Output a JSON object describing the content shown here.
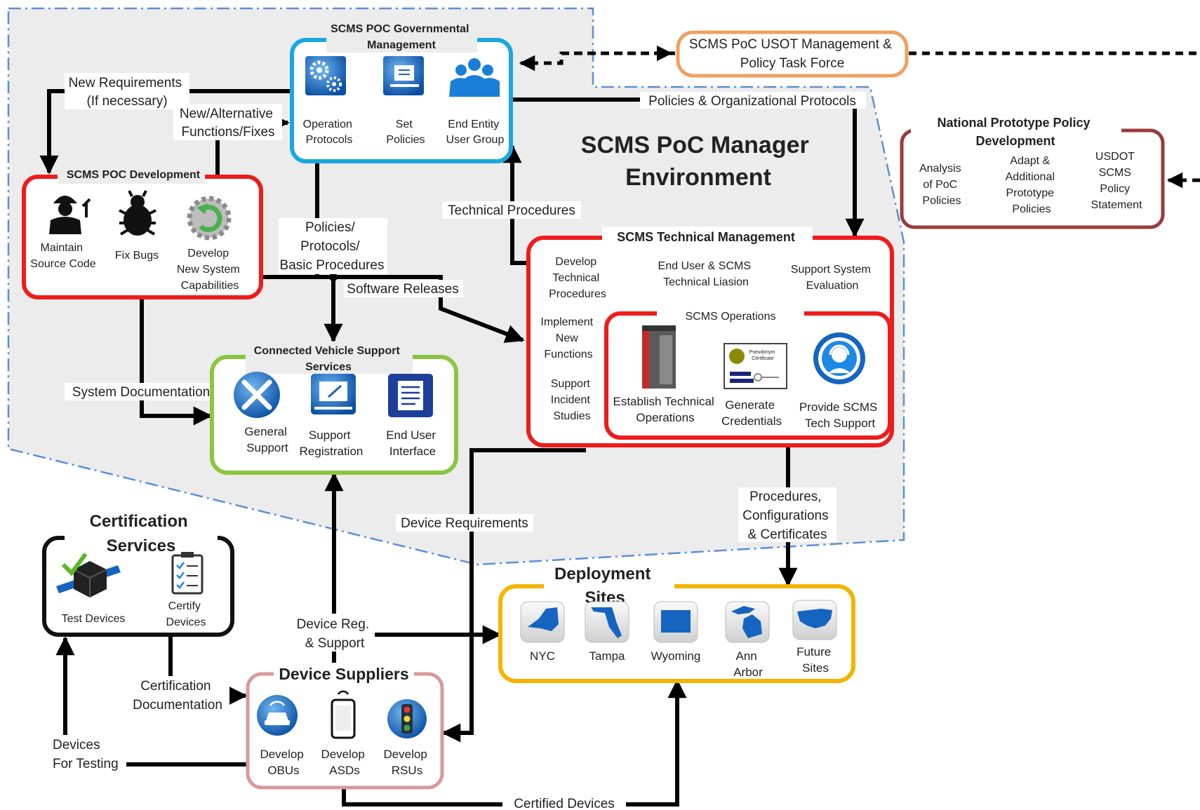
{
  "env_title": [
    "SCMS PoC Manager",
    "Environment"
  ],
  "gov": {
    "title": [
      "SCMS POC Governmental",
      "Management"
    ],
    "items": [
      {
        "label": [
          "Operation",
          "Protocols"
        ],
        "icon": "gears-icon"
      },
      {
        "label": [
          "Set",
          "Policies"
        ],
        "icon": "policy-document-icon"
      },
      {
        "label": [
          "End Entity",
          "User Group"
        ],
        "icon": "user-group-icon"
      }
    ]
  },
  "usdot_task_force": [
    "SCMS PoC USOT Management &",
    "Policy Task Force"
  ],
  "dev": {
    "title": "SCMS POC Development",
    "items": [
      {
        "label": [
          "Maintain",
          "Source Code"
        ],
        "icon": "worker-icon"
      },
      {
        "label": [
          "Fix Bugs"
        ],
        "icon": "bug-icon"
      },
      {
        "label": [
          "Develop",
          "New System",
          "Capabilities"
        ],
        "icon": "refresh-gear-icon"
      }
    ]
  },
  "cvss": {
    "title": [
      "Connected Vehicle Support",
      "Services"
    ],
    "items": [
      {
        "label": [
          "General",
          "Support"
        ],
        "icon": "tools-icon"
      },
      {
        "label": [
          "Support",
          "Registration"
        ],
        "icon": "laptop-edit-icon"
      },
      {
        "label": [
          "End User",
          "Interface"
        ],
        "icon": "document-icon"
      }
    ]
  },
  "tech": {
    "title": "SCMS Technical Management",
    "top_items": [
      [
        "Develop",
        "Technical",
        "Procedures"
      ],
      [
        "End User & SCMS",
        "Technical Liasion"
      ],
      [
        "Support System",
        "Evaluation"
      ]
    ],
    "left_items": [
      [
        "Implement",
        "New",
        "Functions"
      ],
      [
        "Support",
        "Incident",
        "Studies"
      ]
    ],
    "ops_title": "SCMS Operations",
    "ops_items": [
      {
        "label": [
          "Establish Technical",
          "Operations"
        ],
        "icon": "server-icon"
      },
      {
        "label": [
          "Generate",
          "Credentials"
        ],
        "icon": "certificate-key-icon"
      },
      {
        "label": [
          "Provide SCMS",
          "Tech Support"
        ],
        "icon": "headset-icon"
      }
    ],
    "cert_small": [
      "Pseudonym",
      "Certificate"
    ]
  },
  "national": {
    "title": [
      "National Prototype Policy",
      "Development"
    ],
    "items": [
      [
        "Analysis",
        "of PoC",
        "Policies"
      ],
      [
        "Adapt &",
        "Additional",
        "Prototype",
        "Policies"
      ],
      [
        "USDOT",
        "SCMS",
        "Policy",
        "Statement"
      ]
    ]
  },
  "cert_services": {
    "title": [
      "Certification",
      "Services"
    ],
    "items": [
      {
        "label": [
          "Test Devices"
        ],
        "icon": "test-cube-icon"
      },
      {
        "label": [
          "Certify",
          "Devices"
        ],
        "icon": "checklist-icon"
      }
    ]
  },
  "deploy": {
    "title": [
      "Deployment",
      "Sites"
    ],
    "items": [
      {
        "label": [
          "NYC"
        ],
        "icon": "new-york-map-icon"
      },
      {
        "label": [
          "Tampa"
        ],
        "icon": "florida-map-icon"
      },
      {
        "label": [
          "Wyoming"
        ],
        "icon": "wyoming-map-icon"
      },
      {
        "label": [
          "Ann",
          "Arbor"
        ],
        "icon": "michigan-map-icon"
      },
      {
        "label": [
          "Future",
          "Sites"
        ],
        "icon": "usa-map-icon"
      }
    ]
  },
  "suppliers": {
    "title": "Device Suppliers",
    "items": [
      {
        "label": [
          "Develop",
          "OBUs"
        ],
        "icon": "car-wireless-icon"
      },
      {
        "label": [
          "Develop",
          "ASDs"
        ],
        "icon": "phone-icon"
      },
      {
        "label": [
          "Develop",
          "RSUs"
        ],
        "icon": "traffic-light-icon"
      }
    ]
  },
  "edges": {
    "new_requirements": [
      "New Requirements",
      "(If necessary)"
    ],
    "new_alt": [
      "New/Alternative",
      "Functions/Fixes"
    ],
    "policies_protocols": [
      "Policies/",
      "Protocols/",
      "Basic Procedures"
    ],
    "policies_org": "Policies & Organizational Protocols",
    "technical_procedures": "Technical Procedures",
    "software_releases": "Software Releases",
    "system_documentation": "System Documentation",
    "device_requirements": "Device Requirements",
    "procedures_config": [
      "Procedures,",
      "Configurations",
      "& Certificates"
    ],
    "device_reg": [
      "Device Reg.",
      "& Support"
    ],
    "cert_documentation": [
      "Certification",
      "Documentation"
    ],
    "devices_testing": [
      "Devices",
      "For Testing"
    ],
    "certified_devices": "Certified Devices"
  },
  "colors": {
    "env_fill": "#ececec",
    "env_border": "#5b8fd6",
    "env_title": "#4a86d0",
    "gov": "#1aa7e0",
    "task_force": "#f0a060",
    "dev": "#ee1c1c",
    "cvss": "#8cc63f",
    "tech": "#ee1c1c",
    "national": "#9a3b3b",
    "cert_services": "#111111",
    "deploy": "#f4b400",
    "suppliers": "#d99a9a",
    "icon_blue": "#1565c0"
  }
}
